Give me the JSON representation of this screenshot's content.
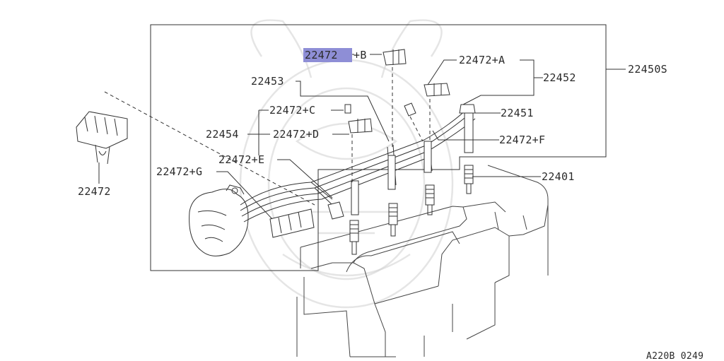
{
  "diagram": {
    "selected_color": "#8e8ed6",
    "labels": {
      "main_assembly": "22450S",
      "wire_1": "22451",
      "wire_2": "22452",
      "wire_3": "22453",
      "wire_4": "22454",
      "spark_plug": "22401",
      "clamp_selected": "22472",
      "clamp_b_suffix": "+B",
      "clamp_a": "22472+A",
      "clamp_c": "22472+C",
      "clamp_d": "22472+D",
      "clamp_e": "22472+E",
      "clamp_f": "22472+F",
      "clamp_g": "22472+G",
      "clamp_detail": "22472"
    },
    "footer_code": "A220B 0249"
  }
}
